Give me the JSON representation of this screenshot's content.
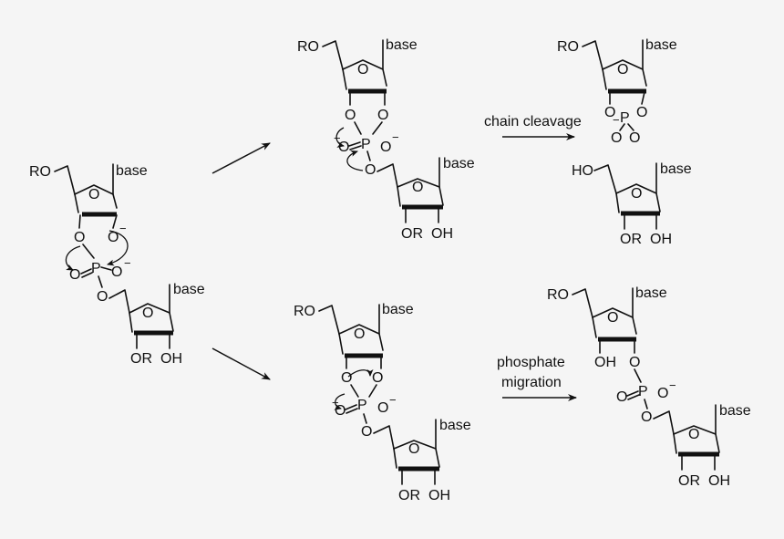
{
  "labels": {
    "base": "base",
    "ro": "RO",
    "ho": "HO",
    "oh": "OH",
    "or": "OR",
    "o": "O",
    "p": "P",
    "minus": "−"
  },
  "captions": {
    "cleavage": "chain cleavage",
    "phosphate": "phosphate",
    "migration": "migration"
  }
}
